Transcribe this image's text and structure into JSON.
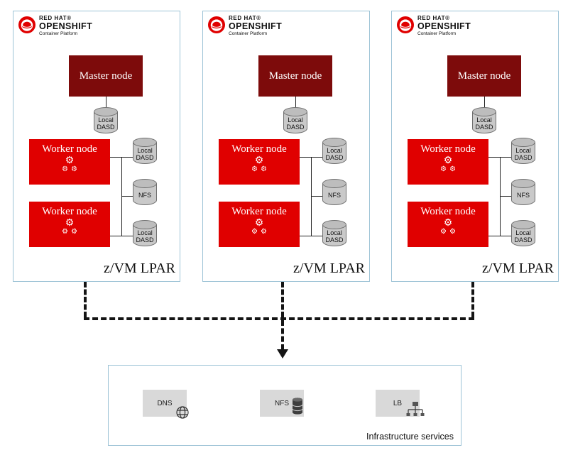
{
  "colors": {
    "lpar_border": "#9dc3d6",
    "master_red": "#7d0b0b",
    "worker_red": "#e00000",
    "cylinder_gray": "#c9c9c9",
    "infra_box_gray": "#d9d9d9"
  },
  "icons": {
    "gear": "⚙"
  },
  "lpars": [
    {
      "logo": {
        "brand": "RED HAT®",
        "product": "OPENSHIFT",
        "subtitle": "Container Platform"
      },
      "master_node": "Master node",
      "master_dasd": "Local\nDASD",
      "worker1": "Worker node",
      "worker1_dasd": "Local\nDASD",
      "nfs": "NFS",
      "worker2": "Worker node",
      "worker2_dasd": "Local\nDASD",
      "label": "z/VM LPAR"
    },
    {
      "logo": {
        "brand": "RED HAT®",
        "product": "OPENSHIFT",
        "subtitle": "Container Platform"
      },
      "master_node": "Master node",
      "master_dasd": "Local\nDASD",
      "worker1": "Worker node",
      "worker1_dasd": "Local\nDASD",
      "nfs": "NFS",
      "worker2": "Worker node",
      "worker2_dasd": "Local\nDASD",
      "label": "z/VM LPAR"
    },
    {
      "logo": {
        "brand": "RED HAT®",
        "product": "OPENSHIFT",
        "subtitle": "Container Platform"
      },
      "master_node": "Master node",
      "master_dasd": "Local\nDASD",
      "worker1": "Worker node",
      "worker1_dasd": "Local\nDASD",
      "nfs": "NFS",
      "worker2": "Worker node",
      "worker2_dasd": "Local\nDASD",
      "label": "z/VM LPAR"
    }
  ],
  "infrastructure": {
    "label": "Infrastructure services",
    "services": [
      {
        "name": "DNS",
        "icon": "globe-icon"
      },
      {
        "name": "NFS",
        "icon": "storage-icon"
      },
      {
        "name": "LB",
        "icon": "load-balancer-icon"
      }
    ]
  }
}
